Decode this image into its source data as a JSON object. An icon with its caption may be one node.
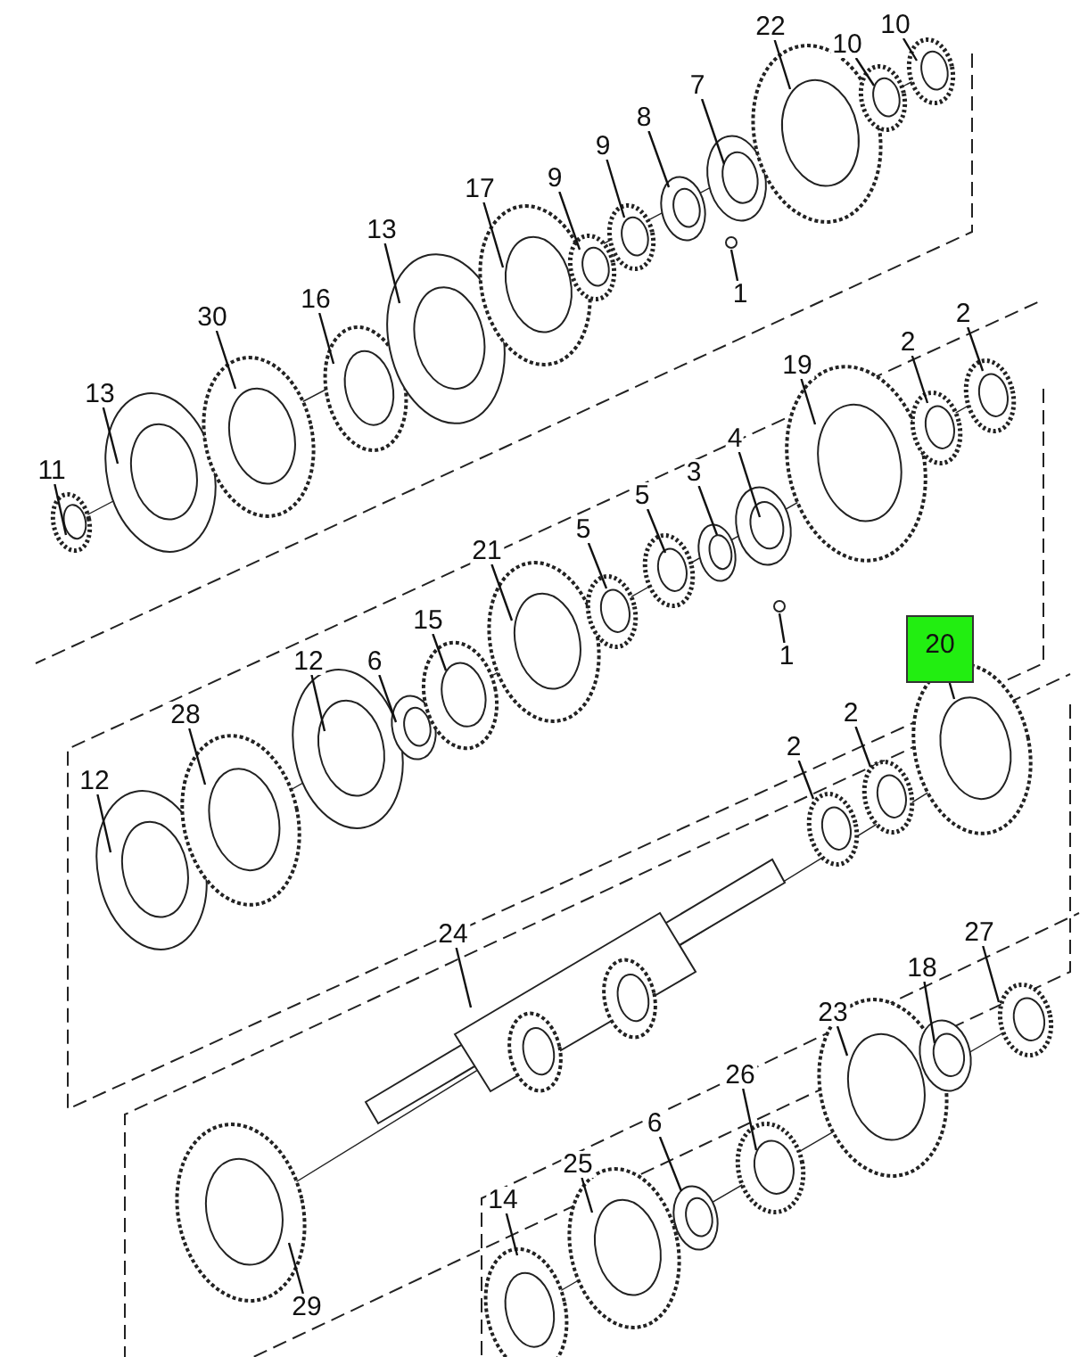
{
  "diagram": {
    "nodes": [
      {
        "text": [
          "22"
        ]
      },
      {
        "text": [
          "10"
        ]
      },
      {
        "text": [
          "10"
        ]
      },
      {
        "text": [
          "7"
        ]
      },
      {
        "text": [
          "9"
        ]
      },
      {
        "text": [
          "8"
        ]
      },
      {
        "text": [
          "17"
        ]
      },
      {
        "text": [
          "9"
        ]
      },
      {
        "text": [
          "13"
        ]
      },
      {
        "text": [
          "1"
        ]
      },
      {
        "text": [
          "30"
        ]
      },
      {
        "text": [
          "16"
        ]
      },
      {
        "text": [
          "13"
        ]
      },
      {
        "text": [
          "19"
        ]
      },
      {
        "text": [
          "2"
        ]
      },
      {
        "text": [
          "2"
        ]
      },
      {
        "text": [
          "4"
        ]
      },
      {
        "text": [
          "11"
        ]
      },
      {
        "text": [
          "5"
        ]
      },
      {
        "text": [
          "3"
        ]
      },
      {
        "text": [
          "21"
        ]
      },
      {
        "text": [
          "5"
        ]
      },
      {
        "text": [
          "1"
        ]
      },
      {
        "text": [
          "15"
        ]
      },
      {
        "text": [
          "12"
        ]
      },
      {
        "text": [
          "6"
        ]
      },
      {
        "text": [
          "20"
        ]
      },
      {
        "text": [
          "28"
        ]
      },
      {
        "text": [
          "12"
        ]
      },
      {
        "text": [
          "2"
        ]
      },
      {
        "text": [
          "2"
        ]
      },
      {
        "text": [
          "24"
        ]
      },
      {
        "text": [
          "27"
        ]
      },
      {
        "text": [
          "18"
        ]
      },
      {
        "text": [
          "23"
        ]
      },
      {
        "text": [
          "26"
        ]
      },
      {
        "text": [
          "6"
        ]
      },
      {
        "text": [
          "25"
        ]
      },
      {
        "text": [
          "14"
        ]
      },
      {
        "text": [
          "29"
        ]
      }
    ],
    "edges": [
      {
        "from": 0,
        "to": null,
        "arrow": "none"
      },
      {
        "from": 1,
        "to": null,
        "arrow": "none"
      },
      {
        "from": 2,
        "to": null,
        "arrow": "none"
      },
      {
        "from": 3,
        "to": null,
        "arrow": "none"
      },
      {
        "from": 4,
        "to": null,
        "arrow": "none"
      },
      {
        "from": 5,
        "to": null,
        "arrow": "none"
      },
      {
        "from": 6,
        "to": null,
        "arrow": "none"
      },
      {
        "from": 7,
        "to": null,
        "arrow": "none"
      },
      {
        "from": 8,
        "to": null,
        "arrow": "none"
      },
      {
        "from": 9,
        "to": null,
        "arrow": "none"
      },
      {
        "from": 10,
        "to": null,
        "arrow": "none"
      },
      {
        "from": 11,
        "to": null,
        "arrow": "none"
      },
      {
        "from": 12,
        "to": null,
        "arrow": "none"
      },
      {
        "from": 13,
        "to": null,
        "arrow": "none"
      },
      {
        "from": 14,
        "to": null,
        "arrow": "none"
      },
      {
        "from": 15,
        "to": null,
        "arrow": "none"
      },
      {
        "from": 16,
        "to": null,
        "arrow": "none"
      },
      {
        "from": 17,
        "to": null,
        "arrow": "none"
      },
      {
        "from": 18,
        "to": null,
        "arrow": "none"
      },
      {
        "from": 19,
        "to": null,
        "arrow": "none"
      },
      {
        "from": 20,
        "to": null,
        "arrow": "none"
      },
      {
        "from": 21,
        "to": null,
        "arrow": "none"
      },
      {
        "from": 22,
        "to": null,
        "arrow": "none"
      },
      {
        "from": 23,
        "to": null,
        "arrow": "none"
      },
      {
        "from": 24,
        "to": null,
        "arrow": "none"
      },
      {
        "from": 25,
        "to": null,
        "arrow": "none"
      },
      {
        "from": 26,
        "to": null,
        "arrow": "none"
      },
      {
        "from": 27,
        "to": null,
        "arrow": "none"
      },
      {
        "from": 28,
        "to": null,
        "arrow": "none"
      },
      {
        "from": 29,
        "to": null,
        "arrow": "none"
      },
      {
        "from": 30,
        "to": null,
        "arrow": "none"
      },
      {
        "from": 31,
        "to": null,
        "arrow": "none"
      },
      {
        "from": 32,
        "to": null,
        "arrow": "none"
      },
      {
        "from": 33,
        "to": null,
        "arrow": "none"
      },
      {
        "from": 34,
        "to": null,
        "arrow": "none"
      },
      {
        "from": 35,
        "to": null,
        "arrow": "none"
      },
      {
        "from": 36,
        "to": null,
        "arrow": "none"
      },
      {
        "from": 37,
        "to": null,
        "arrow": "none"
      },
      {
        "from": 38,
        "to": null,
        "arrow": "none"
      },
      {
        "from": 39,
        "to": null,
        "arrow": "none"
      }
    ]
  }
}
